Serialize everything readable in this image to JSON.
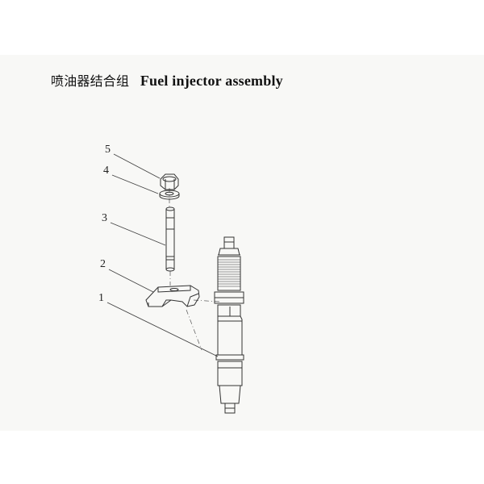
{
  "title": {
    "chinese": "喷油器结合组",
    "english": "Fuel injector assembly"
  },
  "callouts": [
    {
      "number": "5",
      "part": "nut"
    },
    {
      "number": "4",
      "part": "washer"
    },
    {
      "number": "3",
      "part": "stud"
    },
    {
      "number": "2",
      "part": "clamp"
    },
    {
      "number": "1",
      "part": "fuel-injector"
    }
  ],
  "colors": {
    "line": "#333333",
    "background": "#f8f8f6"
  }
}
